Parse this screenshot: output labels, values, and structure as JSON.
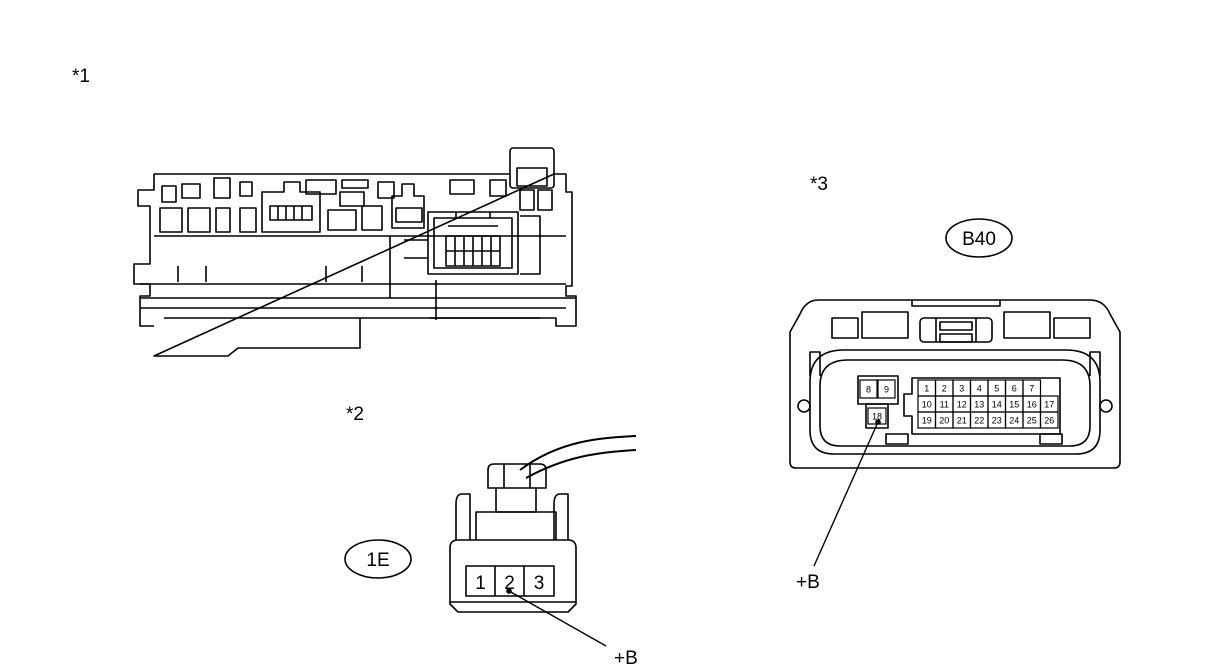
{
  "figure_labels": {
    "view1": "*1",
    "view2": "*2",
    "view3": "*3"
  },
  "connector_1E": {
    "id": "1E",
    "pins": [
      "1",
      "2",
      "3"
    ],
    "callout": "+B"
  },
  "connector_B40": {
    "id": "B40",
    "small_pins": [
      "8",
      "9",
      "18"
    ],
    "pin_rows": [
      [
        "1",
        "2",
        "3",
        "4",
        "5",
        "6",
        "7"
      ],
      [
        "10",
        "11",
        "12",
        "13",
        "14",
        "15",
        "16",
        "17"
      ],
      [
        "19",
        "20",
        "21",
        "22",
        "23",
        "24",
        "25",
        "26"
      ]
    ],
    "callout": "+B"
  }
}
